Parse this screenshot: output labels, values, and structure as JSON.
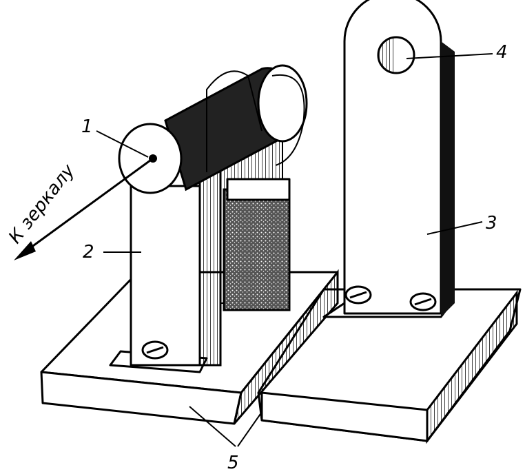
{
  "labels": {
    "l1": "1",
    "l2": "2",
    "l3": "3",
    "l4": "4",
    "l5": "5",
    "direction": "К зеркалу"
  }
}
